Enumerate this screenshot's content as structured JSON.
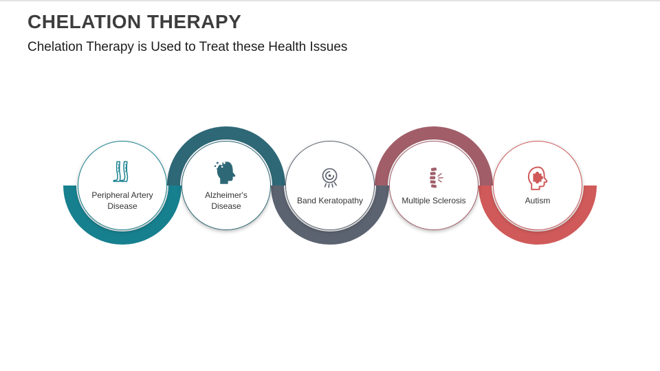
{
  "slide": {
    "title": "CHELATION THERAPY",
    "subtitle": "Chelation Therapy is Used to Treat these Health Issues"
  },
  "items": [
    {
      "label": "Peripheral Artery Disease",
      "color": "#17808F",
      "icon": "peripheral-artery-legs-icon",
      "arc": "bottom"
    },
    {
      "label": "Alzheimer's Disease",
      "color": "#2E6876",
      "icon": "alzheimers-head-icon",
      "arc": "top"
    },
    {
      "label": "Band Keratopathy",
      "color": "#5C6370",
      "icon": "band-keratopathy-eye-icon",
      "arc": "bottom"
    },
    {
      "label": "Multiple Sclerosis",
      "color": "#A15E69",
      "icon": "multiple-sclerosis-spine-icon",
      "arc": "top"
    },
    {
      "label": "Autism",
      "color": "#D05A5A",
      "icon": "autism-head-puzzle-icon",
      "arc": "bottom"
    }
  ]
}
